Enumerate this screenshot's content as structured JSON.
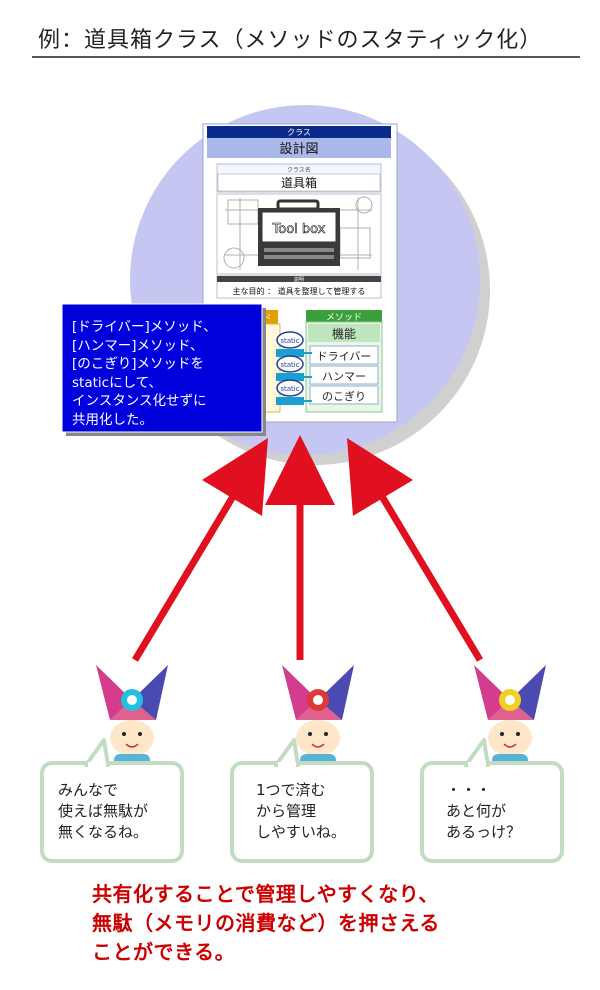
{
  "title": "例：道具箱クラス（メソッドのスタティック化）",
  "card": {
    "header_label": "クラス",
    "header_title": "設計図",
    "class_name_label": "クラス名",
    "class_name": "道具箱",
    "toolbox_label": "Tool box",
    "desc_label": "説明",
    "desc_text": "主な目的 ： 道具を整理して管理する",
    "method_header": "メソッド",
    "method_header_left": "ド",
    "function_label": "機能",
    "methods": [
      "ドライバー",
      "ハンマー",
      "のこぎり"
    ],
    "static_label": "static"
  },
  "callout": {
    "lines": [
      "[ドライバー]メソッド、",
      "[ハンマー]メソッド、",
      "[のこぎり]メソッドを",
      "staticにして、",
      "インスタンス化せずに",
      "共用化した。"
    ]
  },
  "bubbles": [
    {
      "lines": [
        "みんなで",
        "使えば無駄が",
        "無くなるね。"
      ]
    },
    {
      "lines": [
        "1つで済む",
        "から管理",
        "しやすいね。"
      ]
    },
    {
      "lines": [
        "・・・",
        "あと何が",
        "あるっけ？"
      ]
    }
  ],
  "bottom_text": {
    "lines": [
      "共有化することで管理しやすくなり、",
      "無駄（メモリの消費など）を押さえる",
      "ことができる。"
    ]
  },
  "colors": {
    "circle": "#c6c6f2",
    "card_header": "#0a2a8c",
    "callout_bg": "#0000dd",
    "arrow": "#e01020",
    "bottom_text": "#cc0000",
    "bubble_border": "#c2dcc2",
    "method_green": "#3aa03a"
  }
}
